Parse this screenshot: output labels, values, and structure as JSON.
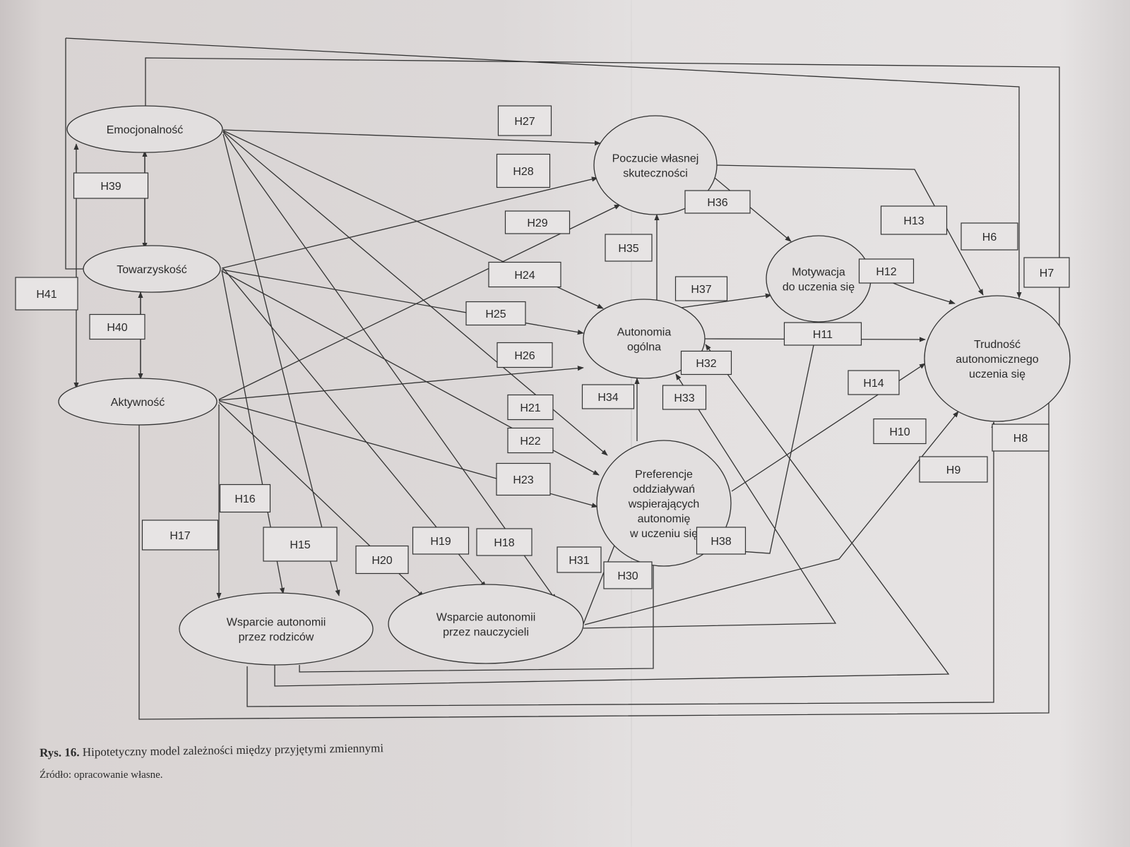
{
  "nodes": [
    {
      "id": "emocjonalnosc",
      "lines": [
        "Emocjonalność"
      ]
    },
    {
      "id": "towarzyskosc",
      "lines": [
        "Towarzyskość"
      ]
    },
    {
      "id": "aktywnosc",
      "lines": [
        "Aktywność"
      ]
    },
    {
      "id": "poczucie",
      "lines": [
        "Poczucie własnej",
        "skuteczności"
      ]
    },
    {
      "id": "motywacja",
      "lines": [
        "Motywacja",
        "do uczenia się"
      ]
    },
    {
      "id": "autonomia",
      "lines": [
        "Autonomia",
        "ogólna"
      ]
    },
    {
      "id": "preferencje",
      "lines": [
        "Preferencje",
        "oddziaływań",
        "wspierających",
        "autonomię",
        "w uczeniu się"
      ]
    },
    {
      "id": "trudnosc",
      "lines": [
        "Trudność",
        "autonomicznego",
        "uczenia się"
      ]
    },
    {
      "id": "rodzice",
      "lines": [
        "Wsparcie autonomii",
        "przez rodziców"
      ]
    },
    {
      "id": "nauczyciele",
      "lines": [
        "Wsparcie autonomii",
        "przez nauczycieli"
      ]
    }
  ],
  "hypotheses": [
    {
      "label": "H6",
      "from": "emocjonalnosc",
      "to": "trudnosc"
    },
    {
      "label": "H7",
      "from": "towarzyskosc",
      "to": "trudnosc"
    },
    {
      "label": "H8",
      "from": "aktywnosc",
      "to": "trudnosc"
    },
    {
      "label": "H9",
      "from": "rodzice",
      "to": "trudnosc"
    },
    {
      "label": "H10",
      "from": "nauczyciele",
      "to": "trudnosc"
    },
    {
      "label": "H11",
      "from": "autonomia",
      "to": "trudnosc"
    },
    {
      "label": "H12",
      "from": "motywacja",
      "to": "trudnosc"
    },
    {
      "label": "H13",
      "from": "poczucie",
      "to": "trudnosc"
    },
    {
      "label": "H14",
      "from": "preferencje",
      "to": "trudnosc"
    },
    {
      "label": "H15",
      "from": "emocjonalnosc",
      "to": "rodzice"
    },
    {
      "label": "H16",
      "from": "towarzyskosc",
      "to": "rodzice"
    },
    {
      "label": "H17",
      "from": "aktywnosc",
      "to": "rodzice"
    },
    {
      "label": "H18",
      "from": "emocjonalnosc",
      "to": "nauczyciele"
    },
    {
      "label": "H19",
      "from": "towarzyskosc",
      "to": "nauczyciele"
    },
    {
      "label": "H20",
      "from": "aktywnosc",
      "to": "nauczyciele"
    },
    {
      "label": "H21",
      "from": "emocjonalnosc",
      "to": "preferencje"
    },
    {
      "label": "H22",
      "from": "towarzyskosc",
      "to": "preferencje"
    },
    {
      "label": "H23",
      "from": "aktywnosc",
      "to": "preferencje"
    },
    {
      "label": "H24",
      "from": "emocjonalnosc",
      "to": "autonomia"
    },
    {
      "label": "H25",
      "from": "towarzyskosc",
      "to": "autonomia"
    },
    {
      "label": "H26",
      "from": "aktywnosc",
      "to": "autonomia"
    },
    {
      "label": "H27",
      "from": "emocjonalnosc",
      "to": "poczucie"
    },
    {
      "label": "H28",
      "from": "towarzyskosc",
      "to": "poczucie"
    },
    {
      "label": "H29",
      "from": "aktywnosc",
      "to": "poczucie"
    },
    {
      "label": "H30",
      "from": "rodzice",
      "to": "preferencje"
    },
    {
      "label": "H31",
      "from": "nauczyciele",
      "to": "preferencje"
    },
    {
      "label": "H32",
      "from": "rodzice",
      "to": "autonomia"
    },
    {
      "label": "H33",
      "from": "nauczyciele",
      "to": "autonomia"
    },
    {
      "label": "H34",
      "from": "preferencje",
      "to": "autonomia"
    },
    {
      "label": "H35",
      "from": "autonomia",
      "to": "poczucie"
    },
    {
      "label": "H36",
      "from": "poczucie",
      "to": "motywacja"
    },
    {
      "label": "H37",
      "from": "autonomia",
      "to": "motywacja"
    },
    {
      "label": "H38",
      "from": "motywacja",
      "to": "preferencje"
    },
    {
      "label": "H39",
      "from": "emocjonalnosc",
      "to": "towarzyskosc"
    },
    {
      "label": "H40",
      "from": "towarzyskosc",
      "to": "aktywnosc"
    },
    {
      "label": "H41",
      "from": "emocjonalnosc",
      "to": "aktywnosc"
    }
  ],
  "caption": {
    "label": "Rys. 16.",
    "text": "Hipotetyczny model zależności między przyjętymi zmiennymi",
    "source": "Źródło: opracowanie własne."
  },
  "colors": {
    "line": "#333333",
    "box_fill": "#e7e4e4",
    "background": "#dcd8d8"
  }
}
